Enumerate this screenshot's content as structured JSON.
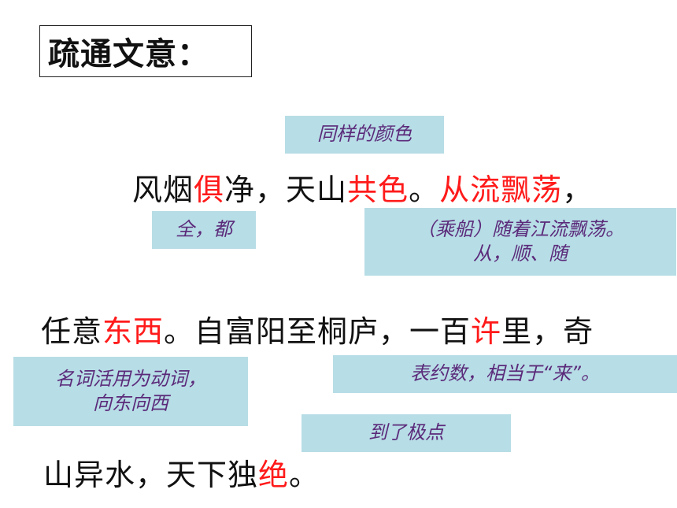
{
  "title": "疏通文意：",
  "lines": {
    "line1": [
      "风烟",
      "俱",
      "净，天山",
      "共色",
      "。",
      "从流飘荡",
      "，"
    ],
    "line2": [
      "任意",
      "东西",
      "。自富阳至桐庐，一百",
      "许",
      "里，奇"
    ],
    "line3": [
      "山异水，天下独",
      "绝",
      "。"
    ]
  },
  "notes": {
    "same_color": "同样的颜色",
    "ju": "全，都",
    "cong_1": "（乘船）随着江流飘荡。",
    "cong_2": "从，顺、随",
    "dongxi_1": "名词活用为动词，",
    "dongxi_2": "向东向西",
    "xu": "表约数，相当于“来”。",
    "jue": "到了极点"
  },
  "colors": {
    "highlight": "#ff1a1a",
    "note_bg": "#b7dde6",
    "note_text": "#5b2a7a"
  }
}
